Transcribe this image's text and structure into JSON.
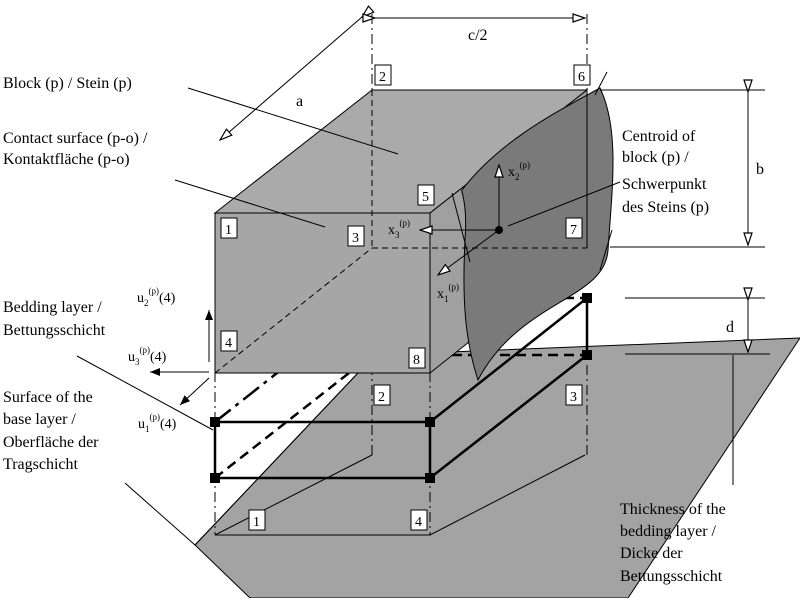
{
  "colors": {
    "block_face": "#a6a6a6",
    "block_top": "#a9a9a9",
    "cut_face": "#7a7a7a",
    "base_plane": "#a3a3a3",
    "line": "#000000"
  },
  "labels": {
    "block": "Block (p) / Stein (p)",
    "contact_1": "Contact surface (p-o) /",
    "contact_2": "Kontaktfläche (p-o)",
    "centroid_1": "Centroid of",
    "centroid_2": "block (p) /",
    "centroid_3": "Schwerpunkt",
    "centroid_4": "des Steins (p)",
    "bedding_1": "Bedding layer /",
    "bedding_2": "Bettungsschicht",
    "surface_1": "Surface of the",
    "surface_2": "base layer /",
    "surface_3": "Oberfläche der",
    "surface_4": "Tragschicht",
    "thickness_1": "Thickness of the",
    "thickness_2": "bedding layer /",
    "thickness_3": "Dicke der",
    "thickness_4": "Bettungsschicht"
  },
  "dimensions": {
    "a": "a",
    "b": "b",
    "c_half": "c/2",
    "d": "d"
  },
  "symbols": {
    "x_base": "x",
    "u_base": "u",
    "superscript": "(p)",
    "sub_1": "1",
    "sub_2": "2",
    "sub_3": "3",
    "node_arg": "(4)"
  },
  "nodes_block": [
    "1",
    "2",
    "3",
    "4",
    "5",
    "6",
    "7",
    "8"
  ],
  "nodes_bed": [
    "1",
    "2",
    "3",
    "4"
  ]
}
